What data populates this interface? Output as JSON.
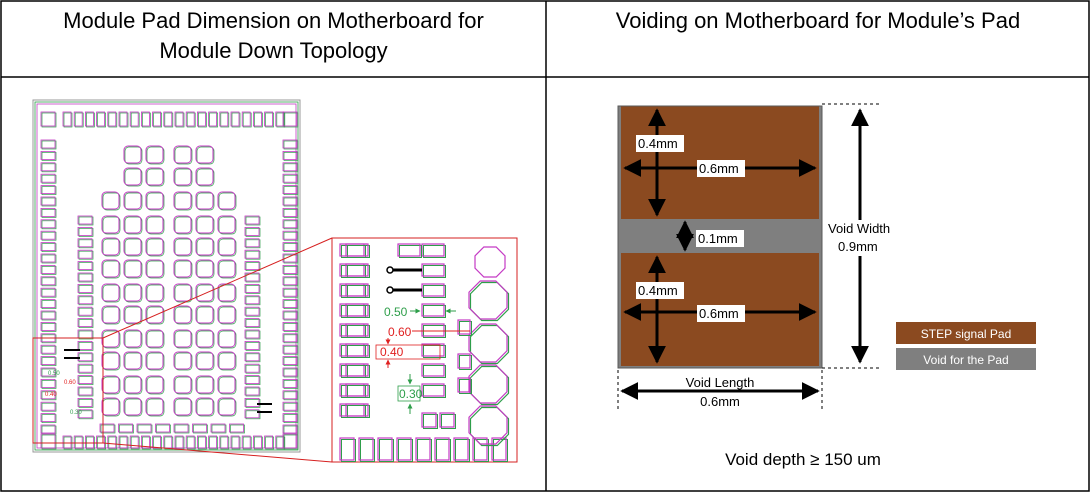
{
  "headers": {
    "left_line1": "Module Pad Dimension on Motherboard for",
    "left_line2": "Module Down Topology",
    "right": "Voiding on Motherboard for Module’s Pad"
  },
  "module_dims": {
    "small": {
      "d050": "0.50",
      "d060": "0.60",
      "d040": "0.40",
      "d030": "0.30"
    },
    "zoom": {
      "d050": "0.50",
      "d060": "0.60",
      "d040": "0.40",
      "d030": "0.30"
    }
  },
  "void": {
    "pad_height_top": "0.4mm",
    "pad_width_top": "0.6mm",
    "gap": "0.1mm",
    "pad_height_bottom": "0.4mm",
    "pad_width_bottom": "0.6mm",
    "width_label_1": "Void Width",
    "width_label_2": "0.9mm",
    "length_label_1": "Void Length",
    "length_label_2": "0.6mm",
    "depth": "Void depth ≥ 150 um"
  },
  "legend": {
    "step_pad": "STEP signal Pad",
    "void_pad": "Void for the Pad"
  },
  "colors": {
    "pad_brown": "#8B4A20",
    "void_gray": "#7F7F7F",
    "magenta": "#C43AC4",
    "green": "#2E9E4A",
    "red": "#E02020"
  }
}
